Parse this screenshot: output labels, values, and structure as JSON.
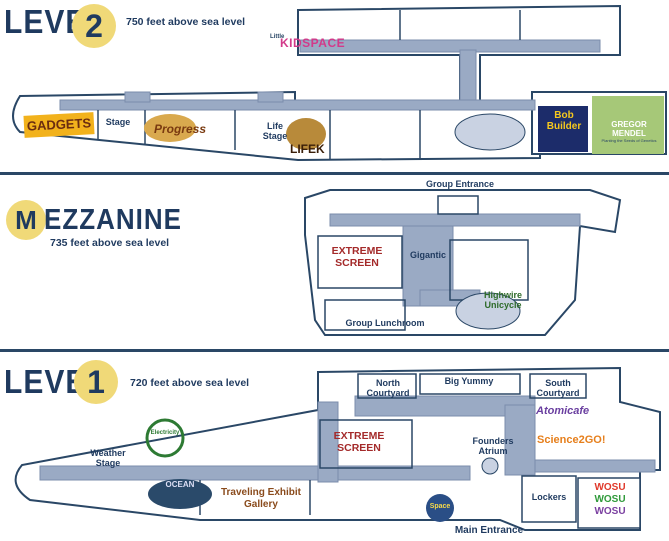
{
  "level2": {
    "word": "LEVEL",
    "number": "2",
    "altitude": "750 feet above sea level",
    "rooms": {
      "kidspace_small": "Little",
      "kidspace": "KIDSPACE",
      "gadgets": "GADGETS",
      "stage": "Stage",
      "progress": "Progress",
      "life_stage": "Life Stage",
      "lifek": "LIFEK",
      "bob_builder_line1": "Bob",
      "bob_builder_line2": "Builder",
      "gregor_mendel_line1": "GREGOR",
      "gregor_mendel_line2": "MENDEL",
      "gregor_mendel_tagline": "Planting the Seeds of Genetics"
    }
  },
  "mezzanine": {
    "initial": "M",
    "word": "EZZANINE",
    "altitude": "735 feet above sea level",
    "rooms": {
      "group_entrance": "Group Entrance",
      "extreme_screen": "EXTREME SCREEN",
      "gigantic": "Gigantic",
      "highwire_unicycle": "Highwire Unicycle",
      "group_lunchroom": "Group Lunchroom"
    }
  },
  "level1": {
    "word": "LEVEL",
    "number": "1",
    "altitude": "720 feet above sea level",
    "rooms": {
      "north_courtyard": "North Courtyard",
      "big_yummy": "Big Yummy",
      "south_courtyard": "South Courtyard",
      "atomicafe": "Atomicafe",
      "extreme_screen": "EXTREME SCREEN",
      "founders_atrium": "Founders Atrium",
      "science2go": "Science2GO!",
      "weather_stage": "Weather Stage",
      "traveling_exhibit_gallery": "Traveling Exhibit Gallery",
      "lockers": "Lockers",
      "wosu": "WOSU",
      "space": "Space",
      "main_entrance": "Main Entrance",
      "ocean": "OCEAN",
      "electricity": "Electricity"
    }
  },
  "colors": {
    "navy": "#1f3a5f",
    "wall": "#2a4766",
    "corridor": "#9aaac4",
    "floor": "#ffffff",
    "badge": "#f0d978",
    "accent_red": "#a42a2a",
    "accent_brown": "#8a4b1c",
    "accent_green": "#2e6b2a",
    "atomicafe": "#6a3fa0",
    "science_orange": "#e67f1c"
  }
}
